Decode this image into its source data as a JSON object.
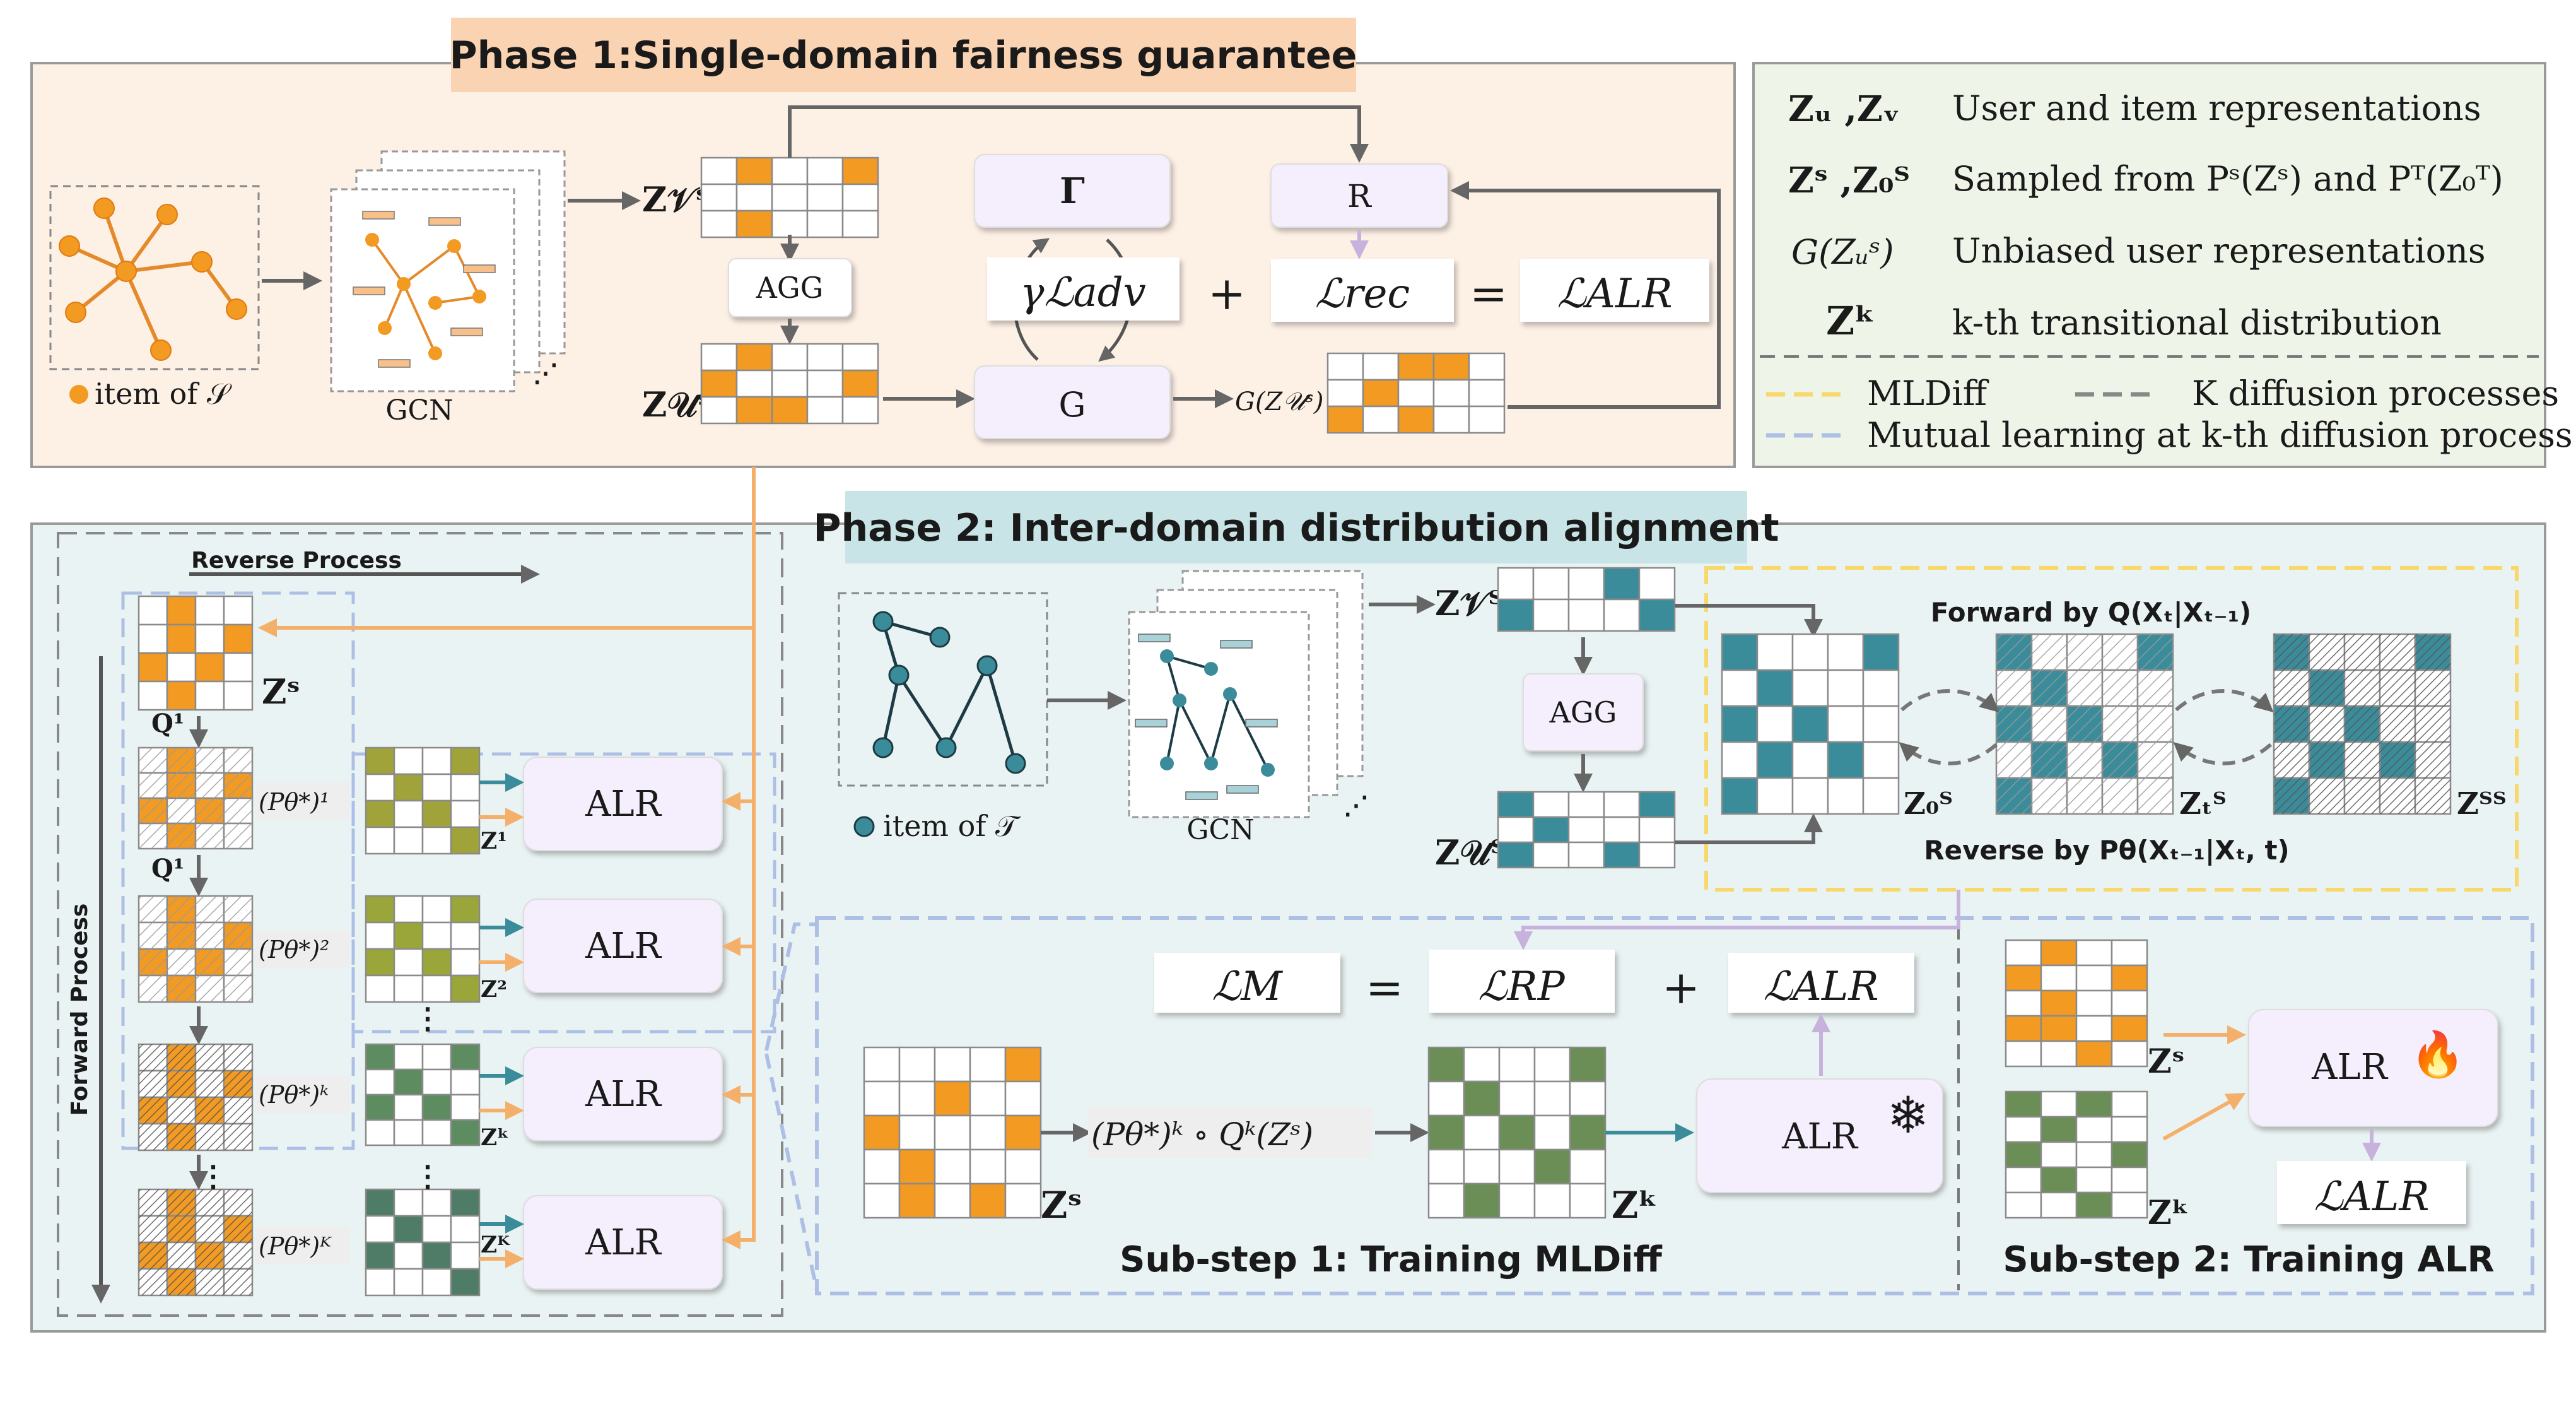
{
  "phase1": {
    "title": "Phase 1:Single-domain fairness guarantee"
  },
  "phase2": {
    "title": "Phase 2: Inter-domain distribution alignment"
  },
  "legend": {
    "items": [
      {
        "sym": "Zᵤ ,Zᵥ",
        "text": "User and item representations"
      },
      {
        "sym": "Zˢ ,Z₀ᵀ",
        "text": "Sampled from  Pˢ(Zˢ)   and Pᵀ(Z₀ᵀ)"
      },
      {
        "sym": "G(Zᵤˢ)",
        "text": "Unbiased user representations"
      },
      {
        "sym": "Zᵏ",
        "text": "k-th transitional distribution"
      }
    ],
    "mldiff": "MLDiff",
    "k_diffusion": "K diffusion processes",
    "mutual": "Mutual learning at k-th diffusion process"
  },
  "p1": {
    "graph_caption": "item of  𝒮",
    "gcn": "GCN",
    "agg": "AGG",
    "gamma": "Γ",
    "r": "R",
    "g": "G",
    "z_v": "Z𝒱ˢ",
    "z_u": "Z𝒰ˢ",
    "g_out": "G(Z𝒰ˢ)",
    "l_adv": "γℒadv",
    "plus": "+",
    "l_rec": "ℒrec",
    "eq": "=",
    "l_alr": "ℒALR"
  },
  "p2": {
    "reverse_process": "Reverse Process",
    "forward_process": "Forward Process",
    "q1a": "Q¹",
    "q1b": "Q¹",
    "zs": "Zˢ",
    "p_labels": [
      "(Pθ*)¹",
      "(Pθ*)²",
      "(Pθ*)ᵏ",
      "(Pθ*)ᴷ"
    ],
    "z_labels": [
      "Z¹",
      "Z²",
      "Zᵏ",
      "Zᴷ"
    ],
    "alr": "ALR",
    "dots": "⋮",
    "graph_caption": "item of  𝒯",
    "gcn": "GCN",
    "agg": "AGG",
    "z_v": "Z𝒱ᵀ",
    "z_u": "Z𝒰ᵀ",
    "forward_by": "Forward by Q(Xₜ|Xₜ₋₁)",
    "reverse_by": "Reverse by Pθ(Xₜ₋₁|Xₜ, t)",
    "z0": "Z₀ᵀ",
    "zt": "Zₜᵀ",
    "zT": "Zᵀᵀ",
    "lm": "ℒM",
    "lrp": "ℒRP",
    "lalr": "ℒALR",
    "eq": "=",
    "plus": "+",
    "sub_formula": "(Pθ*)ᵏ ∘ Qᵏ(Zˢ)",
    "zk": "Zᵏ",
    "substep1": "Sub-step 1: Training MLDiff",
    "substep2": "Sub-step 2: Training ALR",
    "snow": "❄",
    "fire": "🔥"
  },
  "colors": {
    "orange": "#f39a22",
    "teal": "#3b8c9a",
    "olive": "#9fa33a",
    "green": "#6b8e56",
    "darkgreen": "#4f7c66",
    "phase1_bg": "#fdf0e5",
    "phase2_bg": "#eaf3f3"
  }
}
